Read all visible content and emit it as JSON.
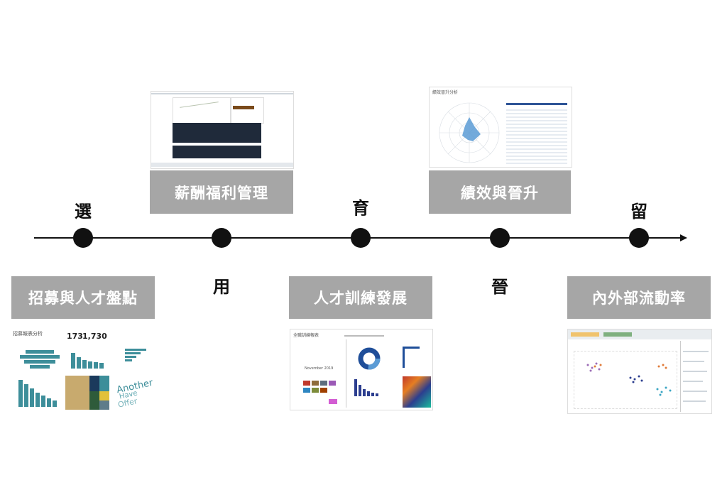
{
  "stages": [
    "選",
    "用",
    "育",
    "晉",
    "留"
  ],
  "boxes": {
    "recruit": "招募與人才盤點",
    "salary": "薪酬福利管理",
    "training": "人才訓練發展",
    "performance": "績效與晉升",
    "turnover": "內外部流動率"
  },
  "recruit_thumb": {
    "title": "招募報表分析",
    "stat1": "173",
    "stat2": "1,730",
    "wordcloud": [
      "Another",
      "Have",
      "Offer"
    ]
  },
  "training_thumb": {
    "title": "全職訓練報表",
    "month": "November 2019"
  },
  "performance_thumb": {
    "title": "績效晉升分析"
  },
  "colors": {
    "timeline": "#111111",
    "label_box": "#a6a6a6",
    "teal": "#3d8e9a"
  }
}
